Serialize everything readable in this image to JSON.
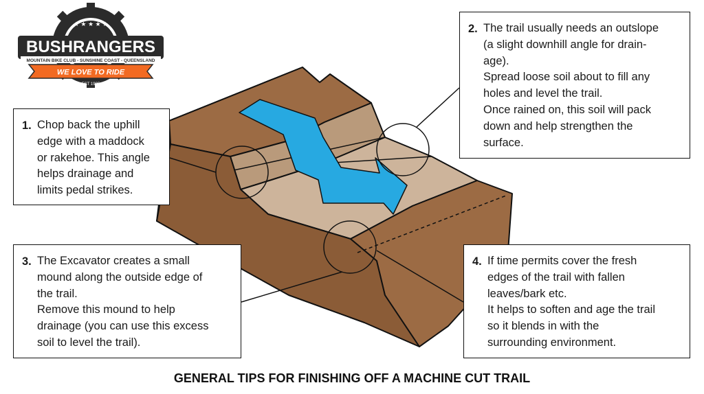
{
  "logo": {
    "name": "BUSHRANGERS",
    "subtitle": "MOUNTAIN BIKE CLUB - SUNSHINE COAST - QUEENSLAND",
    "ribbon": "WE LOVE TO RIDE",
    "est": "EST 1995"
  },
  "tips": [
    {
      "number": "1.",
      "lines": [
        "Chop back the uphill",
        "edge with a maddock",
        "or rakehoe. This angle",
        "helps drainage and",
        "limits pedal strikes."
      ]
    },
    {
      "number": "2.",
      "lines": [
        "The trail usually needs an outslope",
        "(a slight downhill angle for drain-",
        "age).",
        "Spread loose soil about to fill any",
        "holes and level the trail.",
        "Once rained on, this soil will pack",
        "down and help strengthen the",
        "surface."
      ]
    },
    {
      "number": "3.",
      "lines": [
        "The Excavator creates a small",
        "mound along the outside edge of",
        "the trail.",
        "Remove this mound to help",
        "drainage (you can use this excess",
        "soil to level the trail)."
      ]
    },
    {
      "number": "4.",
      "lines": [
        "If time permits cover the fresh",
        "edges of the trail with fallen",
        "leaves/bark etc.",
        "It helps to soften and age the trail",
        "so it blends in with the",
        "surrounding environment."
      ]
    }
  ],
  "caption": "GENERAL TIPS FOR FINISHING OFF A MACHINE CUT TRAIL",
  "colors": {
    "soil_top": "#9c6b44",
    "soil_side": "#8b5c37",
    "soil_dark": "#7a4e2d",
    "trail_surface": "#cdb49b",
    "trail_wall": "#b99a7b",
    "arrow": "#27a9e1",
    "logo_dark": "#2b2b2b",
    "logo_orange": "#f26a22"
  }
}
